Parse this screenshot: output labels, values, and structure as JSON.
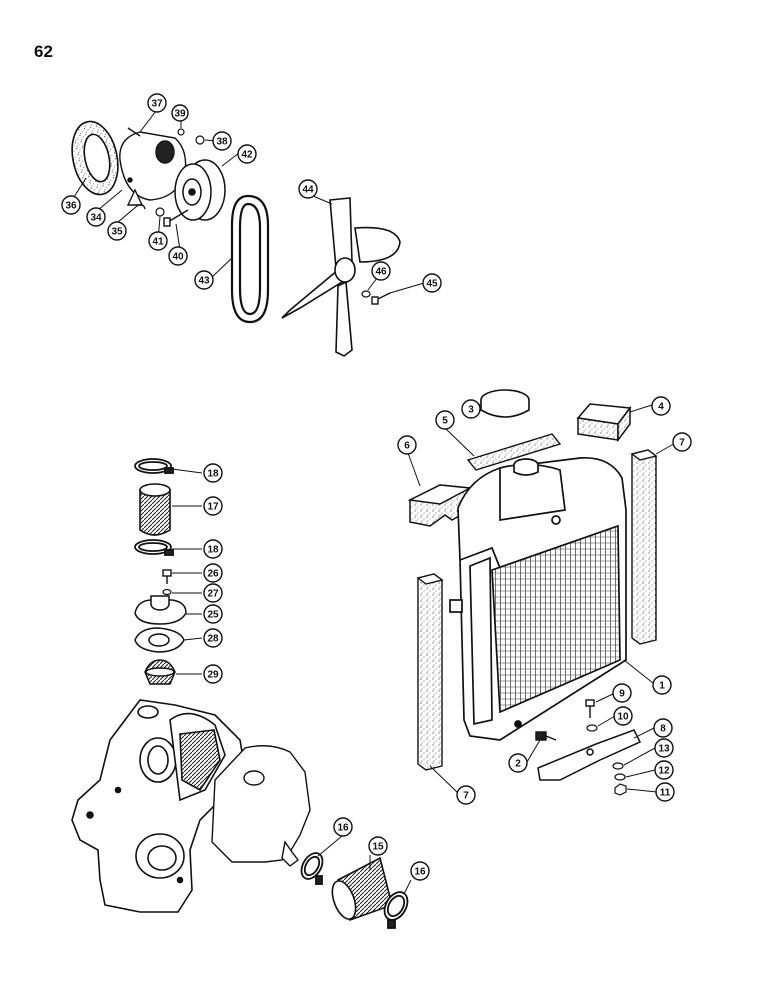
{
  "page_number": "62",
  "callouts": [
    "1",
    "2",
    "3",
    "4",
    "5",
    "6",
    "7",
    "7",
    "8",
    "9",
    "10",
    "11",
    "12",
    "13",
    "15",
    "16",
    "16",
    "17",
    "18",
    "18",
    "25",
    "26",
    "27",
    "28",
    "29",
    "34",
    "35",
    "36",
    "37",
    "38",
    "39",
    "40",
    "41",
    "42",
    "43",
    "44",
    "45",
    "46"
  ]
}
